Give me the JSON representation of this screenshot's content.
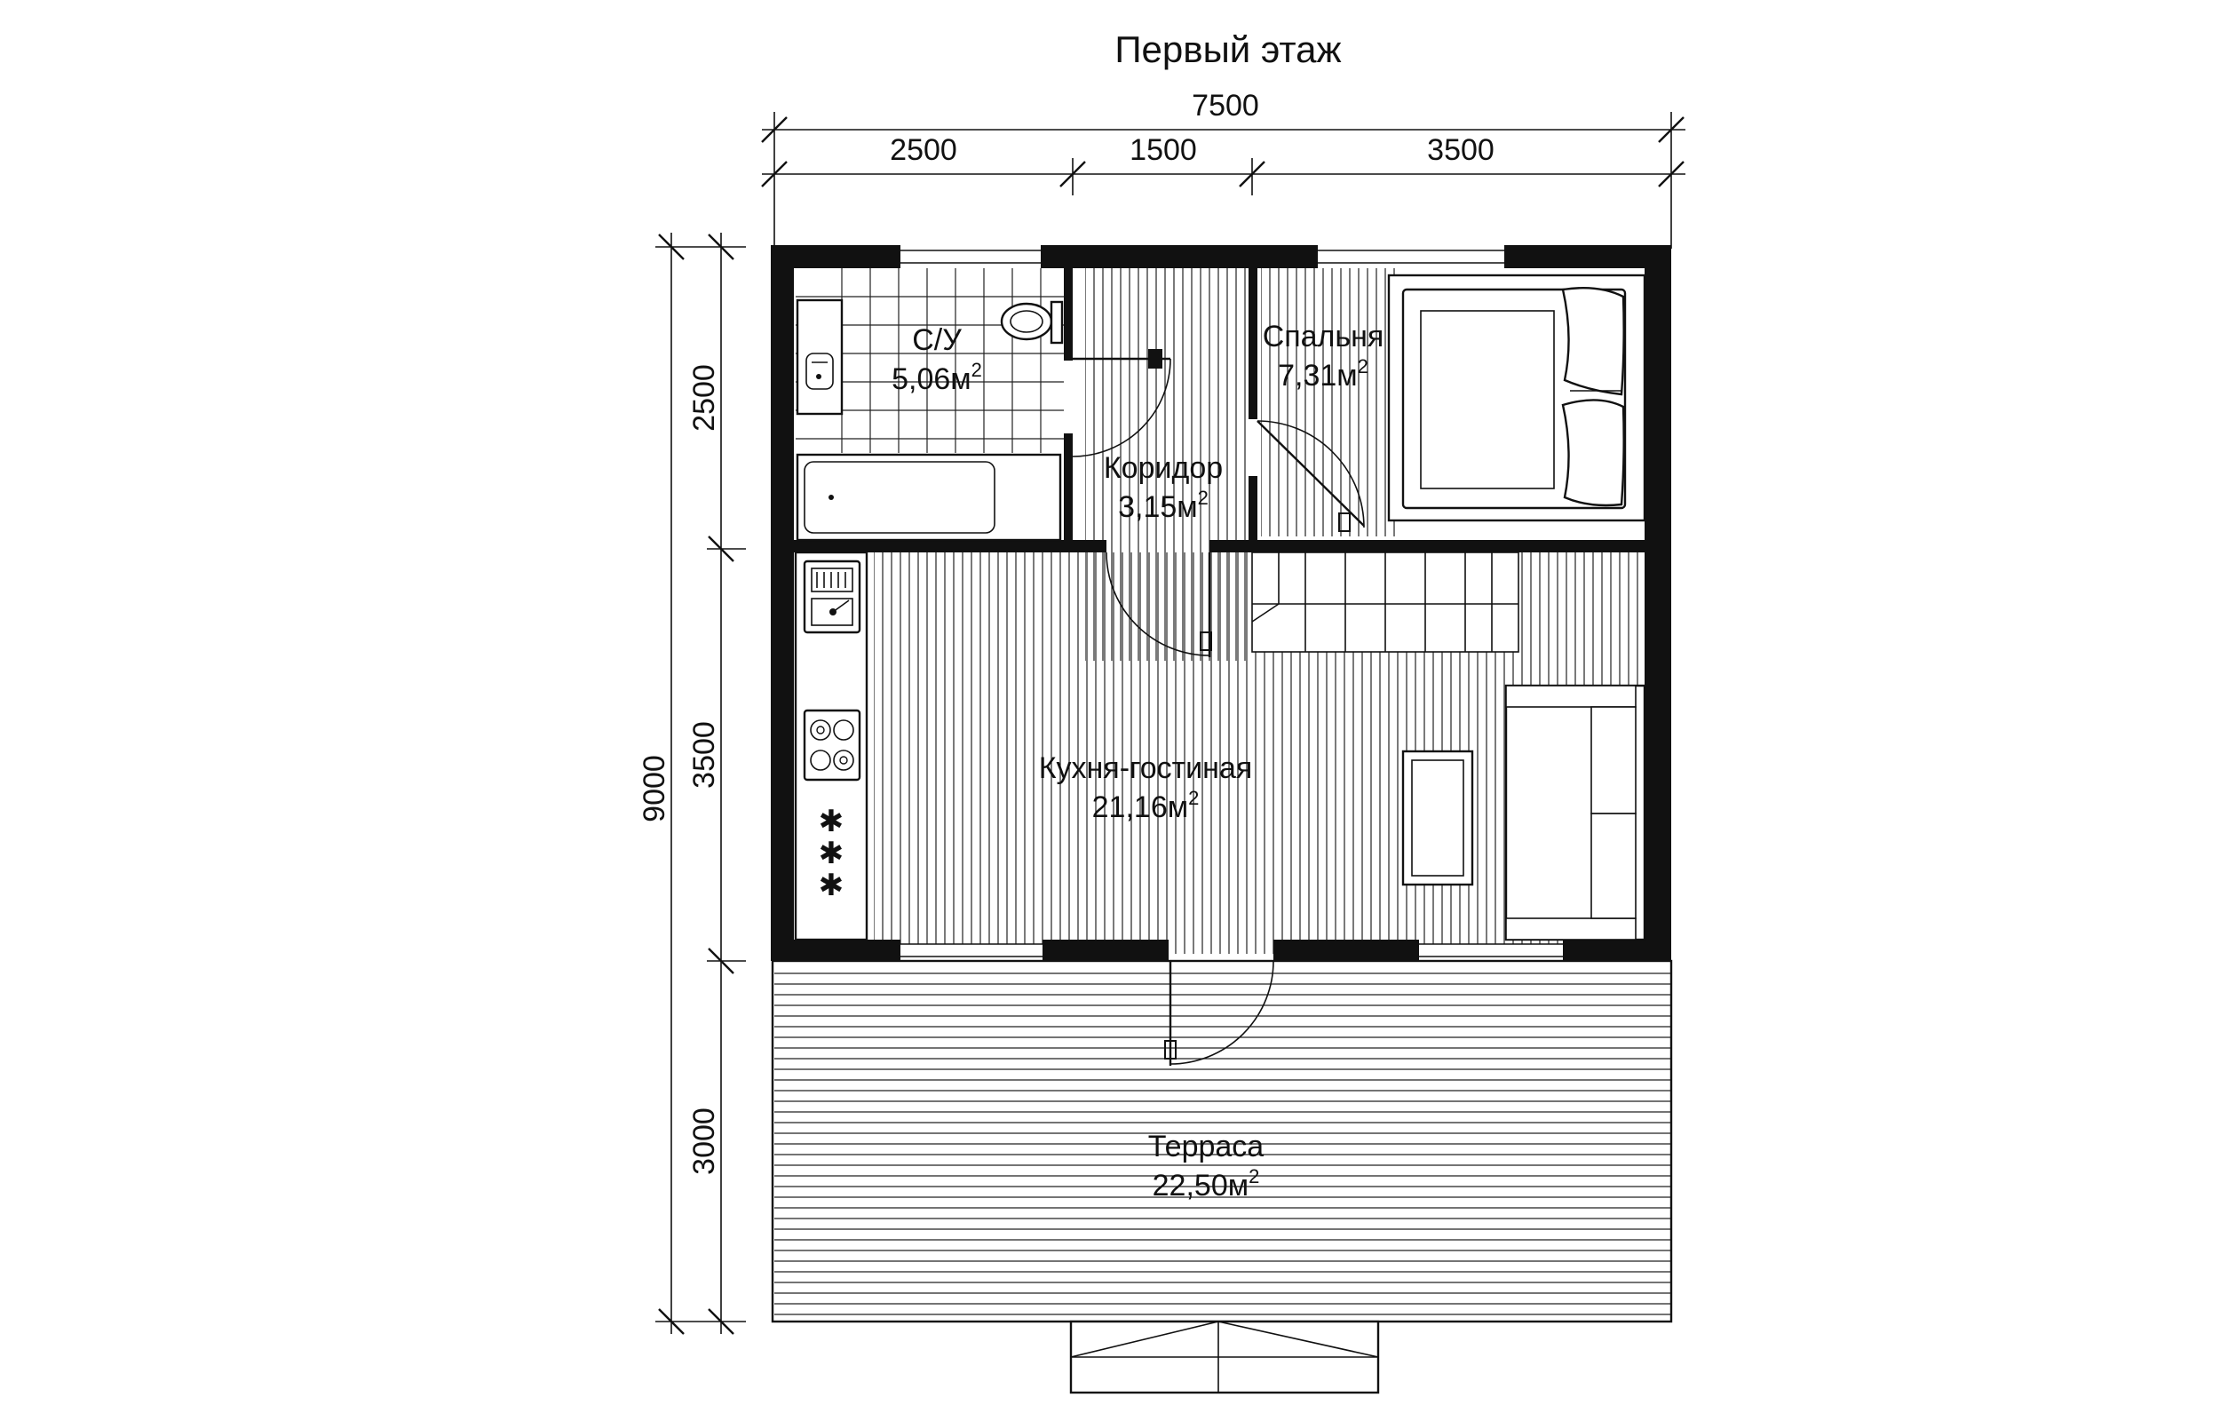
{
  "title": "Первый этаж",
  "dimensions": {
    "top_total": "7500",
    "top_segments": [
      "2500",
      "1500",
      "3500"
    ],
    "left_total": "9000",
    "left_segments": [
      "2500",
      "3500",
      "3000"
    ]
  },
  "rooms": {
    "bathroom": {
      "name": "С/У",
      "area": "5,06м",
      "sup": "2"
    },
    "bedroom": {
      "name": "Спальня",
      "area": "7,31м",
      "sup": "2"
    },
    "corridor": {
      "name": "Коридор",
      "area": "3,15м",
      "sup": "2"
    },
    "living": {
      "name": "Кухня-гостиная",
      "area": "21,16м",
      "sup": "2"
    },
    "terrace": {
      "name": "Терраса",
      "area": "22,50м",
      "sup": "2"
    }
  },
  "stove_symbols": [
    "✱",
    "✱",
    "✱"
  ]
}
